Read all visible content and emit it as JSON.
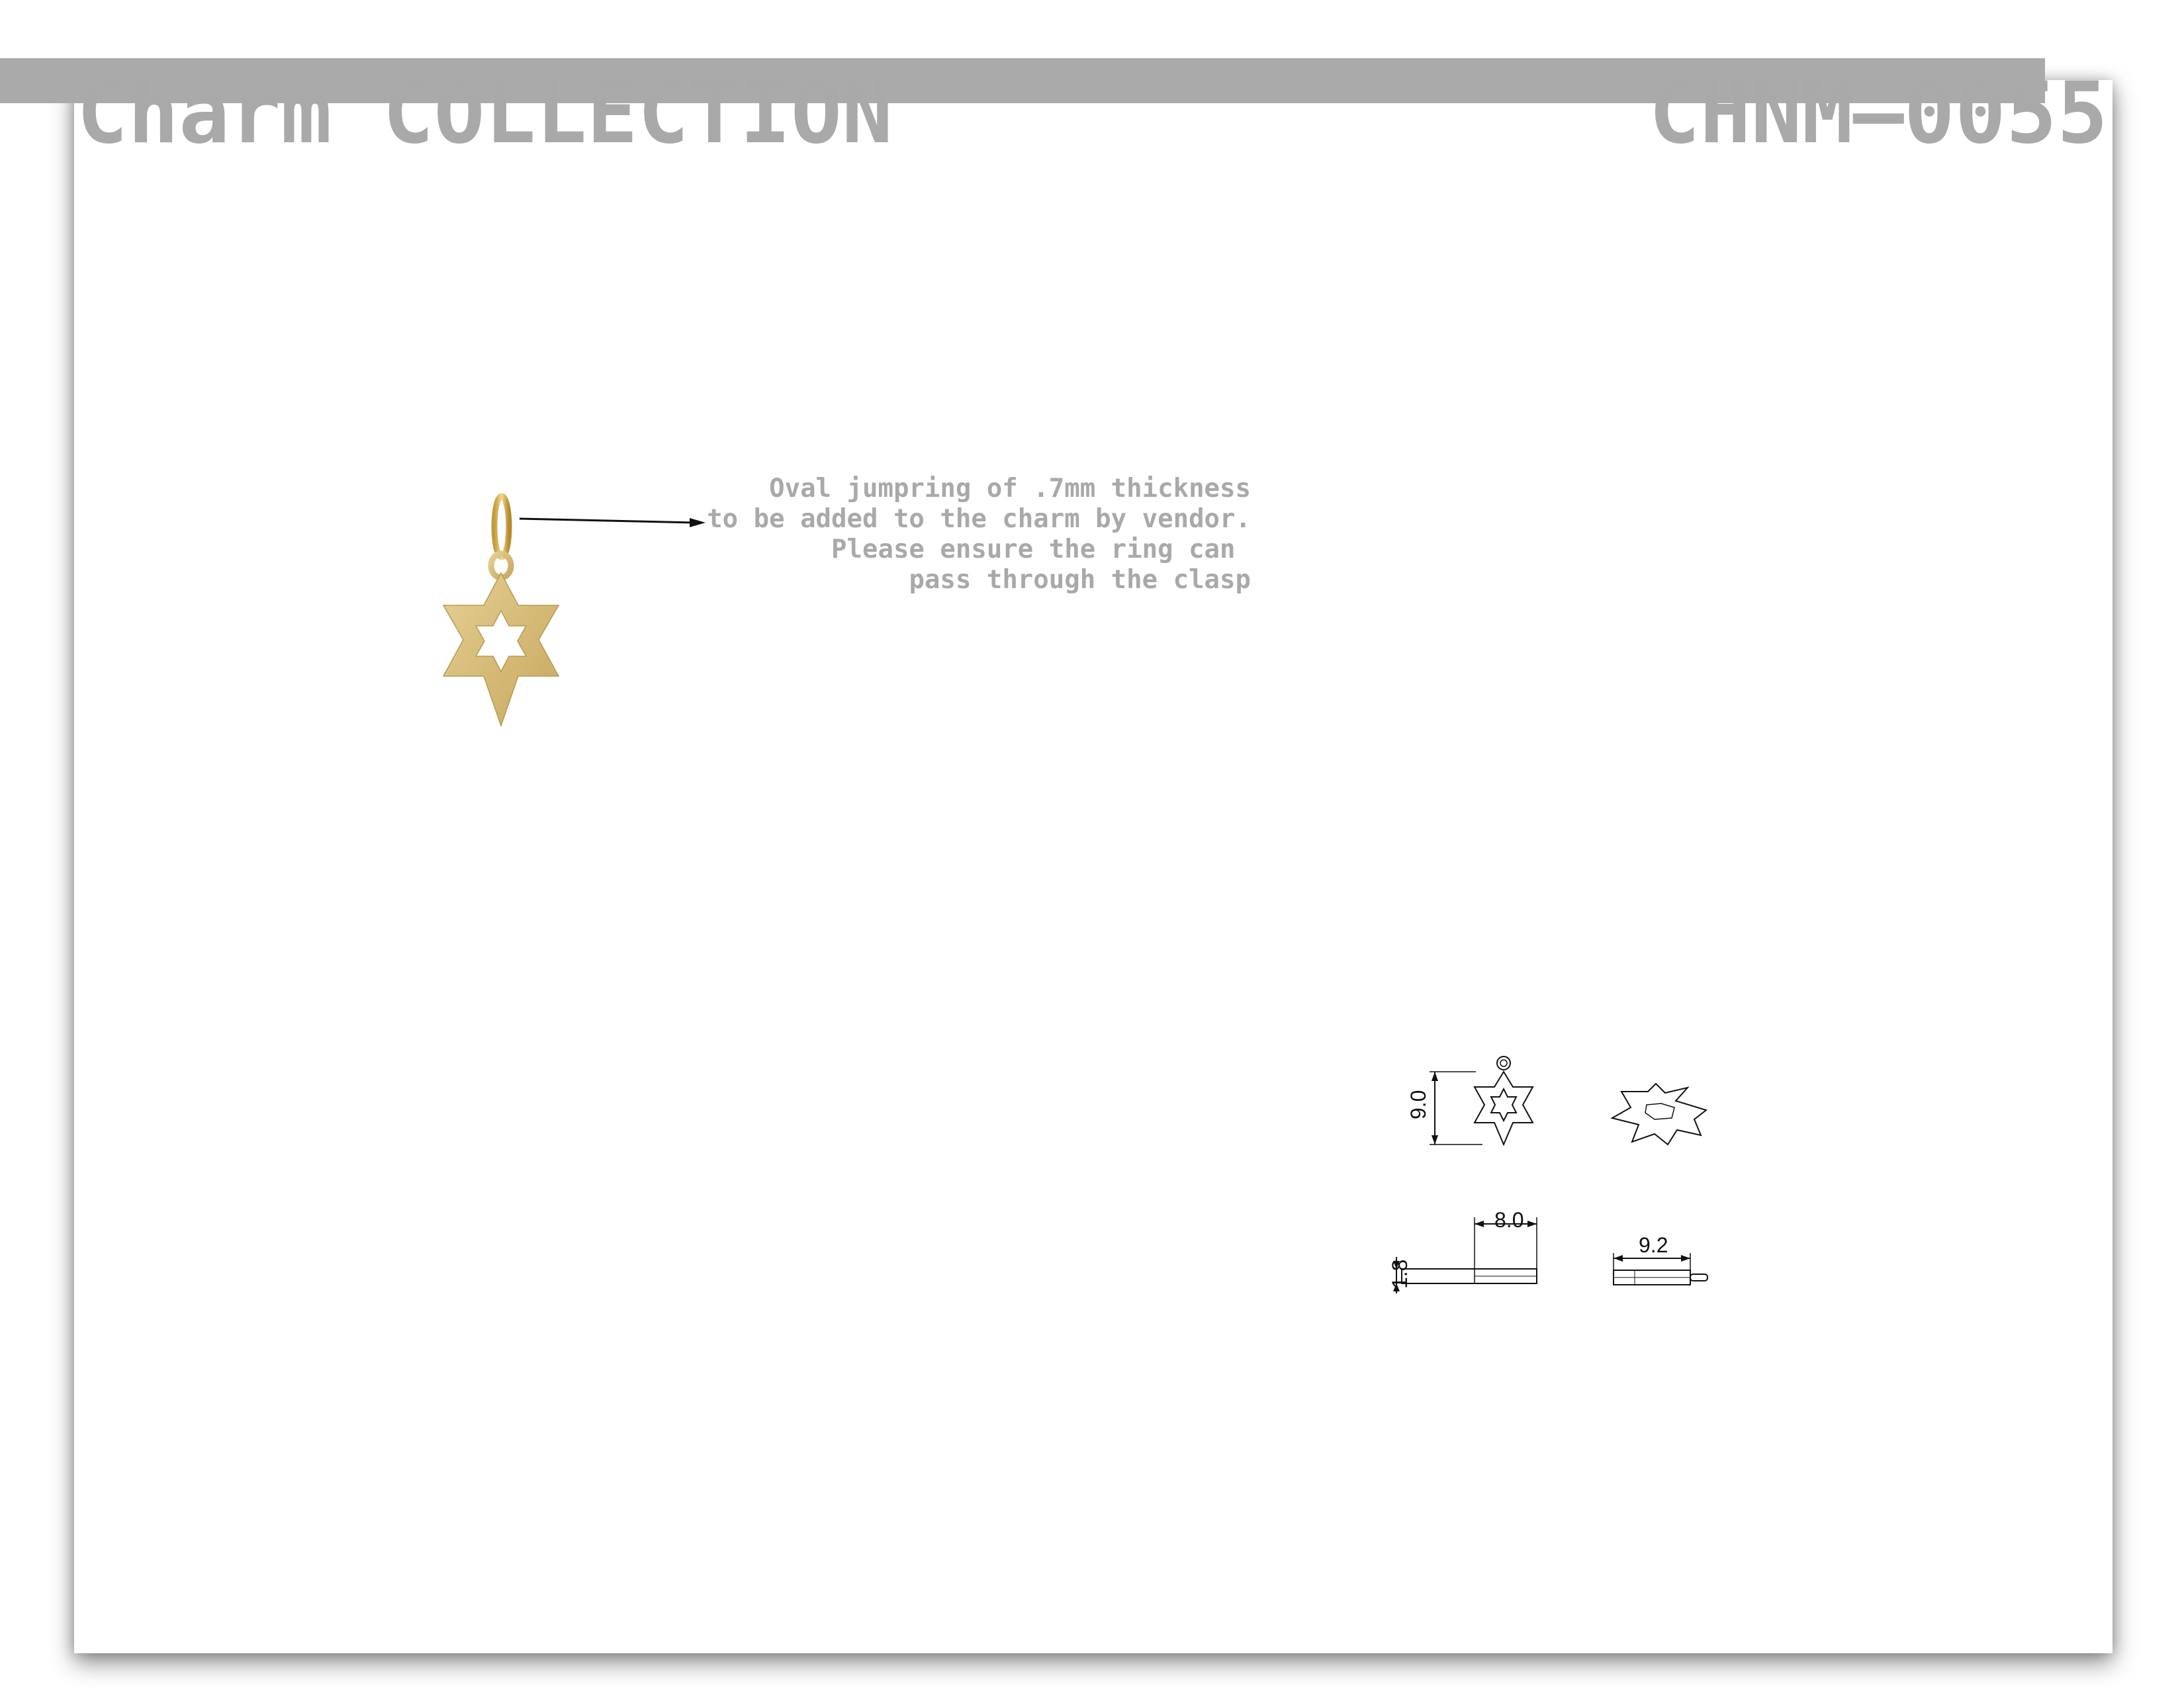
{
  "header": {
    "title": "Charm COLLECTION",
    "code": "CHNM–0055"
  },
  "annotation": {
    "note": "Oval jumpring of .7mm thickness\nto be added to the charm by vendor.\nPlease ensure the ring can \npass through the clasp"
  },
  "drawings": {
    "front_height": "9.0",
    "side_width": "8.0",
    "side_thickness": "1.8",
    "top_width": "9.2"
  },
  "colors": {
    "header_gray": "#aaaaaa",
    "text_gray": "#a9a9a9",
    "gold": "#d8be7c",
    "gold_dark": "#b39448"
  }
}
